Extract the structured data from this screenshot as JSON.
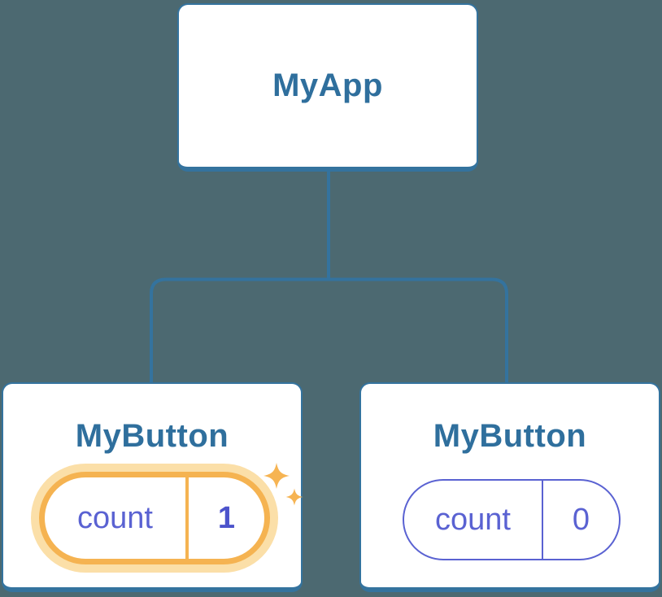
{
  "diagram": {
    "description": "React component tree with state",
    "root": {
      "label": "MyApp"
    },
    "children": [
      {
        "label": "MyButton",
        "state_key": "count",
        "state_value": "1",
        "highlighted": true
      },
      {
        "label": "MyButton",
        "state_key": "count",
        "state_value": "0",
        "highlighted": false
      }
    ]
  },
  "colors": {
    "background": "#4c6971",
    "card_background": "#ffffff",
    "card_border": "#34739e",
    "connector_line": "#34739e",
    "node_title": "#2f6f9d",
    "state_text": "#5a62d2",
    "state_value_highlighted": "#4c53cb",
    "highlight_border": "#f5b351",
    "highlight_halo": "#fbdfa8",
    "sparkle": "#f6b453"
  }
}
